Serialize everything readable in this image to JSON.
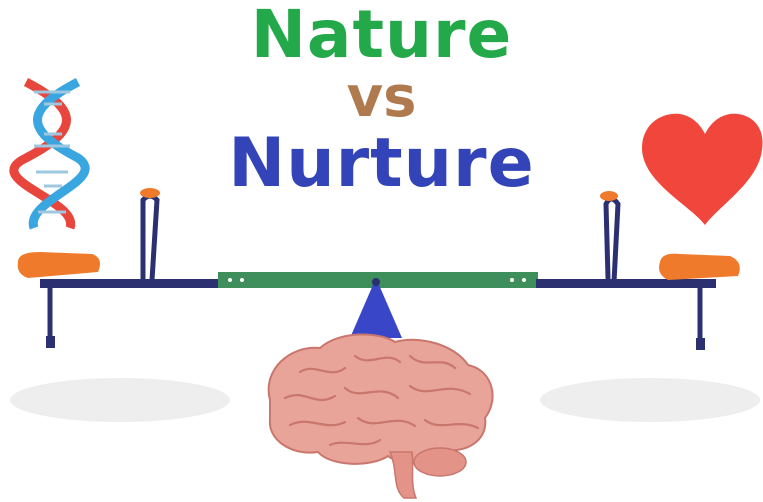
{
  "title": {
    "line1": "Nature",
    "line2": "vs",
    "line3": "Nurture"
  },
  "colors": {
    "nature": "#23a84a",
    "vs": "#b07a4f",
    "nurture": "#3344b8",
    "heart": "#f1463c",
    "seat": "#f07a2b",
    "beam_center": "#3f8f5c",
    "frame": "#2b3170",
    "fulcrum": "#3a46c8",
    "brain": "#e9a49a"
  },
  "icons": {
    "left": "dna-helix-icon",
    "right": "heart-icon",
    "center": "brain-icon"
  }
}
